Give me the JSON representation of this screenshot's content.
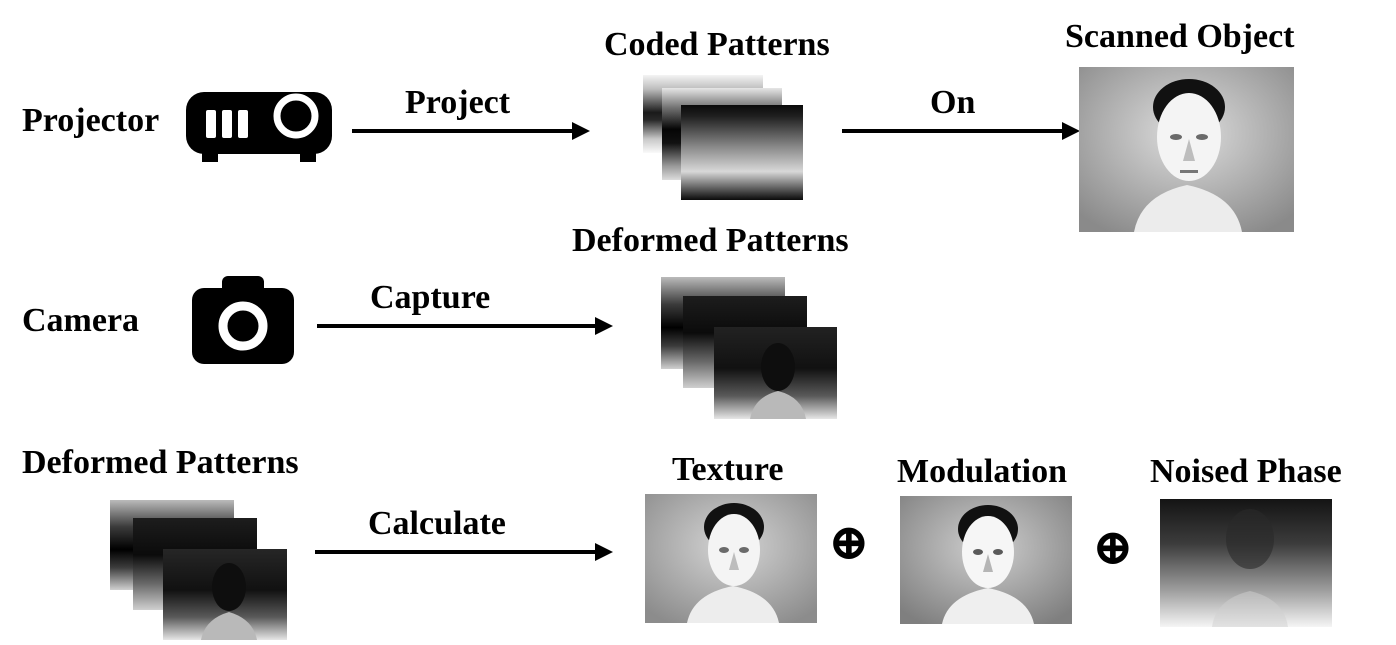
{
  "row1": {
    "source_label": "Projector",
    "arrow_label": "Project",
    "patterns_label": "Coded Patterns",
    "arrow2_label": "On",
    "object_label": "Scanned Object"
  },
  "row2": {
    "source_label": "Camera",
    "arrow_label": "Capture",
    "patterns_label": "Deformed Patterns"
  },
  "row3": {
    "input_label": "Deformed Patterns",
    "arrow_label": "Calculate",
    "texture_label": "Texture",
    "modulation_label": "Modulation",
    "phase_label": "Noised Phase",
    "operator_symbol": "⊕"
  },
  "icons": {
    "projector": "projector-icon",
    "camera": "camera-icon"
  }
}
